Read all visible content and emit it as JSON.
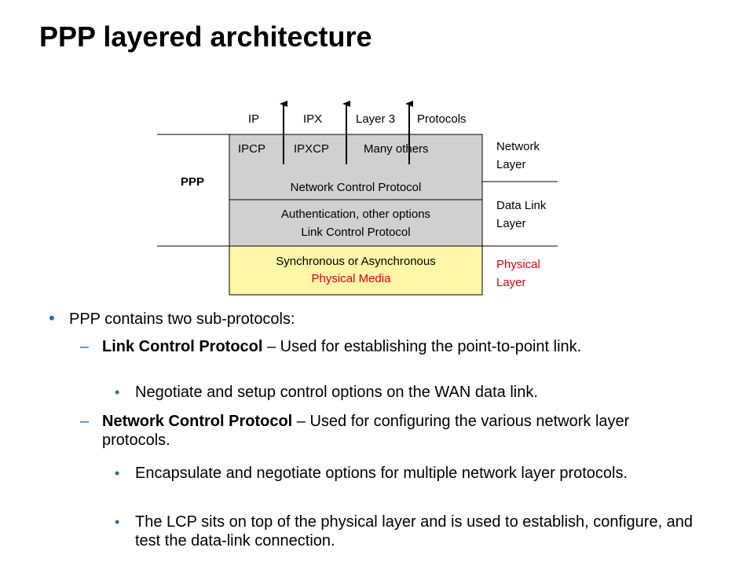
{
  "slide": {
    "title": "PPP layered architecture"
  },
  "diagram": {
    "top_labels": [
      "IP",
      "IPX",
      "Layer 3",
      "Protocols"
    ],
    "ppp_label": "PPP",
    "network_row": [
      "IPCP",
      "IPXCP",
      "Many others"
    ],
    "ncp_label": "Network Control Protocol",
    "lcp_line1": "Authentication, other options",
    "lcp_line2": "Link Control Protocol",
    "phys_line1": "Synchronous or Asynchronous",
    "phys_line2": "Physical Media",
    "layer_network_1": "Network",
    "layer_network_2": "Layer",
    "layer_datalink_1": "Data Link",
    "layer_datalink_2": "Layer",
    "layer_physical_1": "Physical",
    "layer_physical_2": "Layer",
    "colors": {
      "gray_box": "#d0d0d0",
      "yellow_box": "#fff6a8",
      "red_text": "#e0000f",
      "bullet_blue": "#1f6fa8"
    }
  },
  "bullets": {
    "main": "PPP contains two sub-protocols:",
    "lcp_bold": "Link Control Protocol",
    "lcp_rest": " – Used for establishing the point-to-point link.",
    "lcp_sub": "Negotiate and setup control options on the WAN data link.",
    "ncp_bold": "Network Control Protocol",
    "ncp_rest": " – Used for configuring the various network layer protocols.",
    "ncp_sub1": "Encapsulate and negotiate options for multiple network layer protocols.",
    "ncp_sub2": "The LCP sits on top of the physical layer and is used to establish, configure, and test the data-link connection.",
    "dash": "–",
    "dot": "•"
  }
}
